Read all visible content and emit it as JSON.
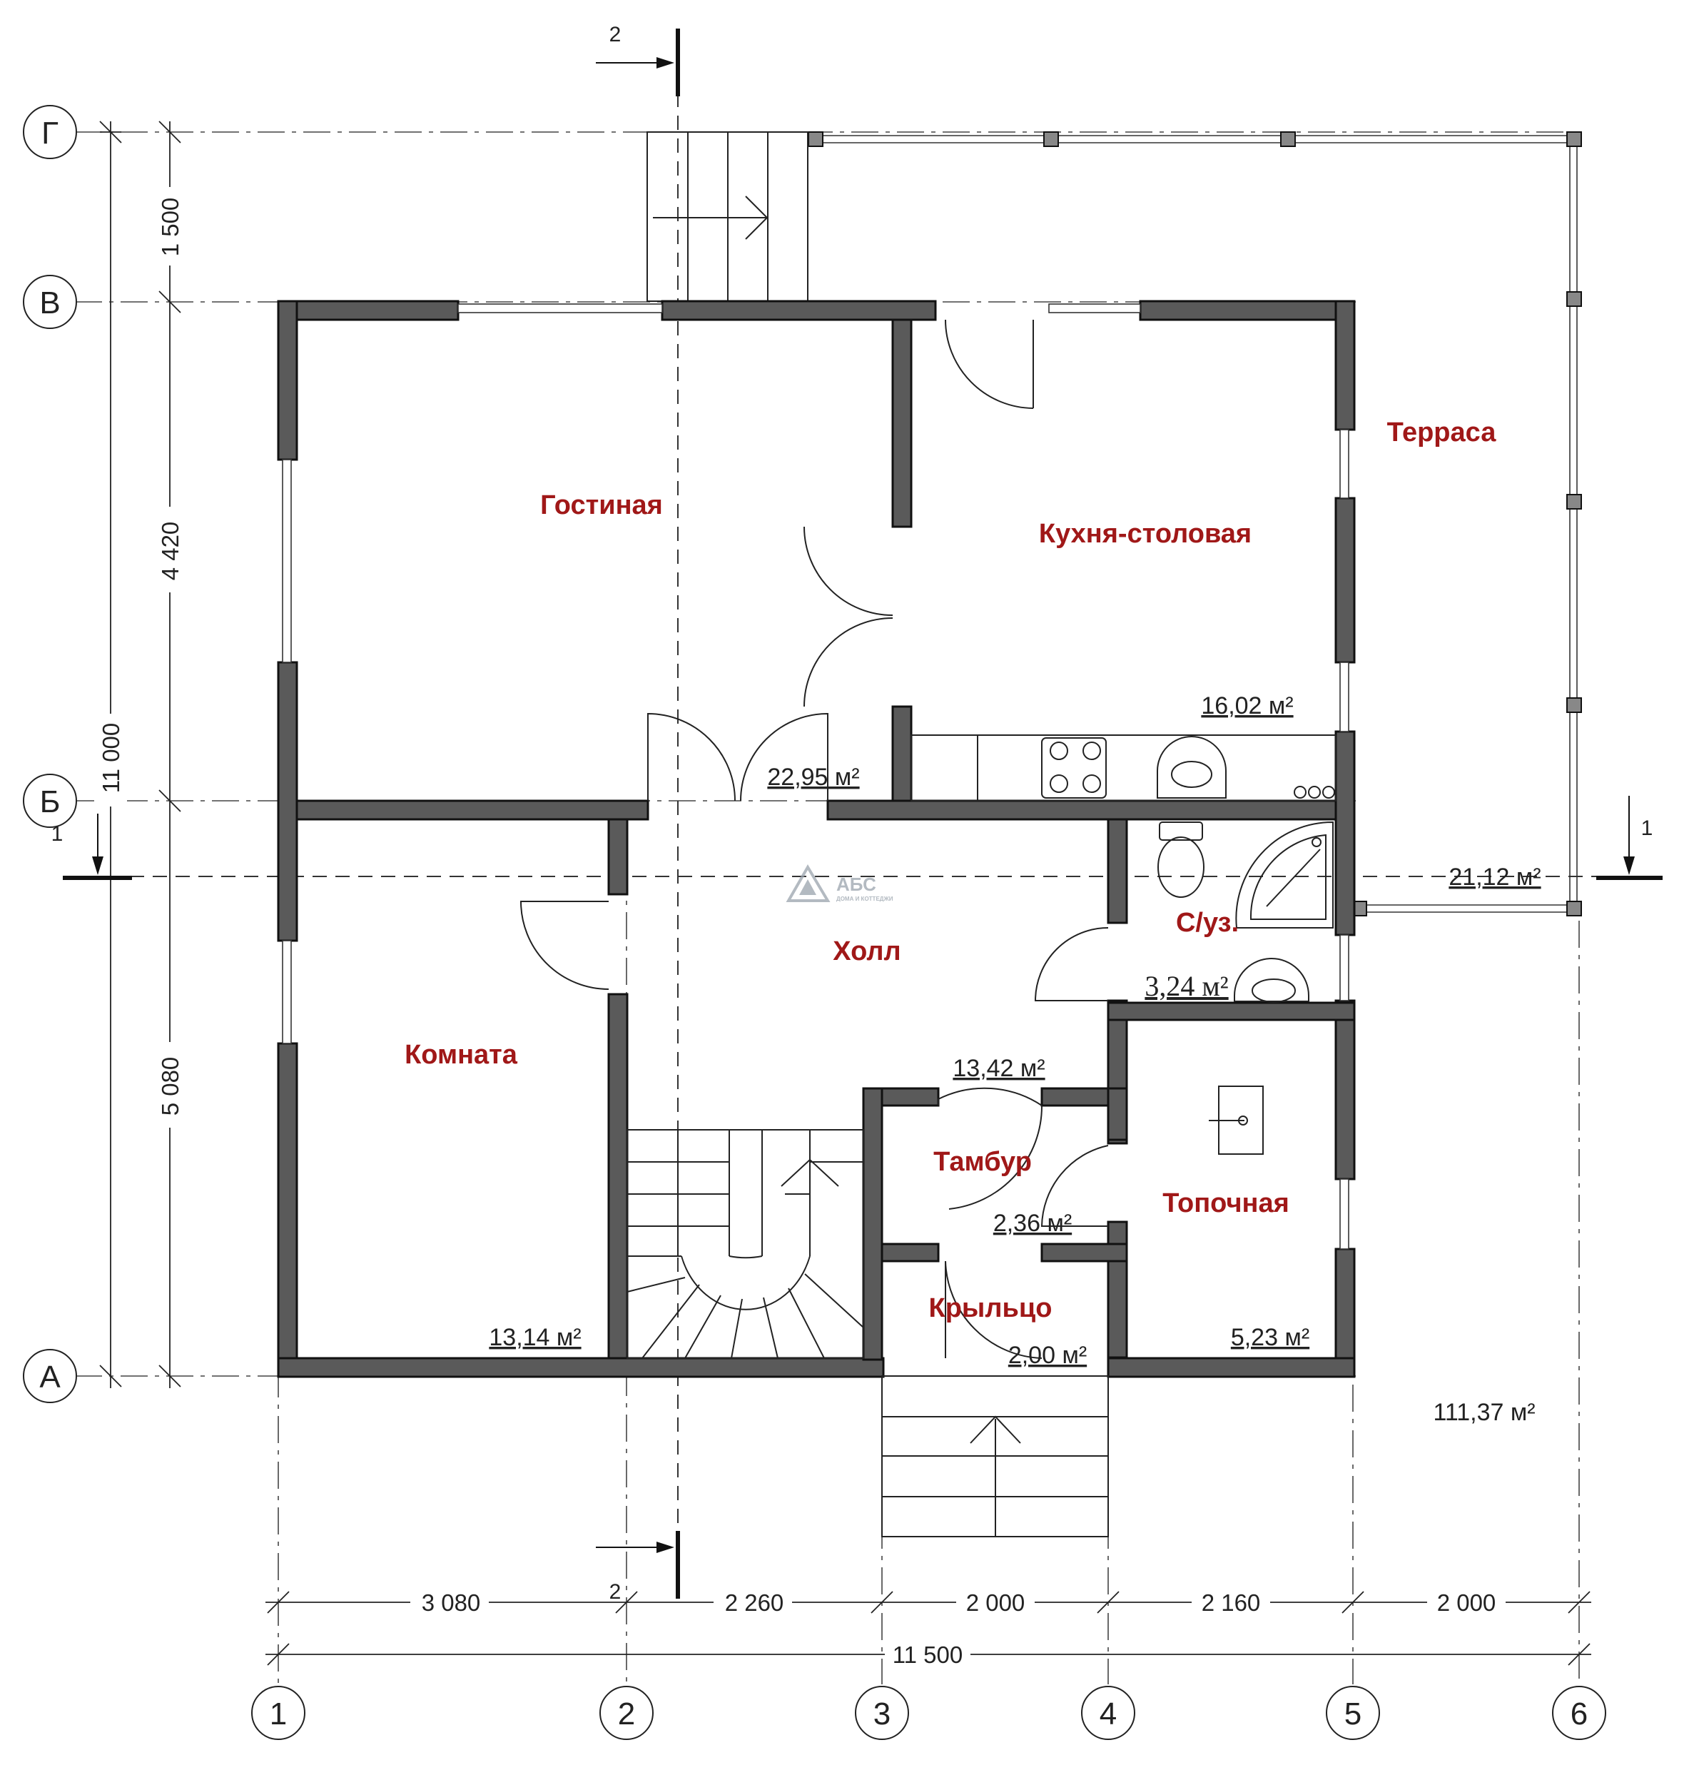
{
  "plan": {
    "rooms": [
      {
        "name": "Гостиная",
        "area": "22,95 м²"
      },
      {
        "name": "Кухня-столовая",
        "area": "16,02 м²"
      },
      {
        "name": "Терраса",
        "area": "21,12 м²"
      },
      {
        "name": "Холл",
        "area": "13,42 м²"
      },
      {
        "name": "Комната",
        "area": "13,14 м²"
      },
      {
        "name": "С/уз.",
        "area": "3,24 м²"
      },
      {
        "name": "Тамбур",
        "area": "2,36 м²"
      },
      {
        "name": "Топочная",
        "area": "5,23 м²"
      },
      {
        "name": "Крыльцо",
        "area": "2,00 м²"
      }
    ],
    "total_area": "111,37 м²",
    "axes_vertical": [
      "1",
      "2",
      "3",
      "4",
      "5",
      "6"
    ],
    "axes_horizontal": [
      "А",
      "Б",
      "В",
      "Г"
    ],
    "dimensions_bottom": [
      "3 080",
      "2 260",
      "2 000",
      "2 160",
      "2 000"
    ],
    "dimension_total_bottom": "11 500",
    "dimensions_left": [
      "1 500",
      "4 420",
      "5 080"
    ],
    "dimension_total_left": "11 000",
    "section_marks": {
      "section_1": "1",
      "section_2": "2"
    },
    "logo": {
      "text": "АБС",
      "subtext": "ДОМА И КОТТЕДЖИ"
    }
  }
}
